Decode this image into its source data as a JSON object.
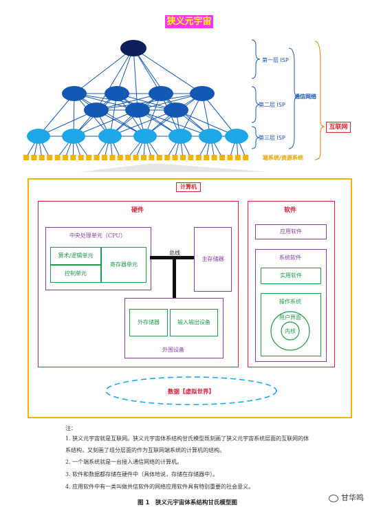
{
  "title": "狭义元宇宙",
  "network": {
    "tiers": [
      "第一层 ISP",
      "第二层 ISP",
      "第三层 ISP"
    ],
    "comm_network": "通信网络",
    "internet": "互联网",
    "end_systems": "端系统/资源系统"
  },
  "computer": {
    "title": "计算机",
    "hardware": {
      "title": "硬件",
      "cpu": "中央处理单元（CPU）",
      "alu": "算术/逻辑单元",
      "control": "控制单元",
      "registers": "寄存器单元",
      "bus": "总线",
      "main_memory": "主存储器",
      "external_storage": "外存储器",
      "io_devices": "输入输出设备",
      "peripherals": "外围设备"
    },
    "software": {
      "title": "软件",
      "app_software": "应用软件",
      "system_software": "系统软件",
      "utility_software": "实用软件",
      "os": "操作系统",
      "ui": "用户界面",
      "kernel": "内核"
    },
    "data": "数据【虚拟世界】"
  },
  "notes": {
    "heading": "注：",
    "items": [
      "1. 狭义元宇宙就是互联网。狭义元宇宙体系结构甘氏模型既刻画了狭义元宇宙系统层面的互联网的体",
      "系结构，又刻画了组分层面的作为互联网端系统的计算机的结构。",
      "2. 一个端系统就是一台接入通信网络的计算机。",
      "3. 软件和数据都存储在硬件中（具体地说，存储在存储器中）。",
      "4. 应用软件中有一类叫做共信软件的网络应用软件具有特别重要的社会意义。"
    ]
  },
  "caption": "图 1　狭义元宇宙体系结构甘氏模型图",
  "watermark": "甘华鸣",
  "colors": {
    "node_dark": "#0f1f5c",
    "node_mid": "#1458b3",
    "node_light": "#1ea8e8",
    "end_system": "#f2b400",
    "red": "#d8203b",
    "purple": "#8a3fa0",
    "green": "#1f9a4a"
  }
}
